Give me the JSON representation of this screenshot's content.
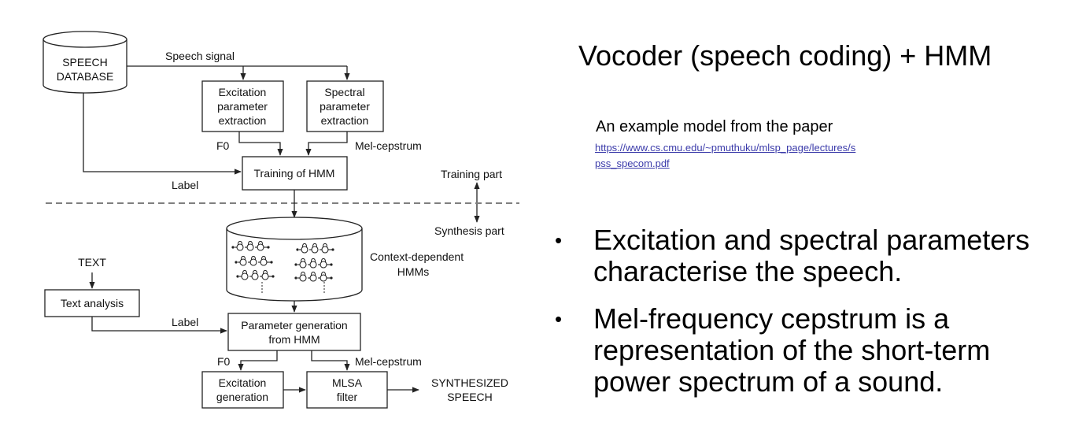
{
  "slide": {
    "title": "Vocoder (speech coding) + HMM",
    "caption": "An example model from the paper",
    "link_line1": "https://www.cs.cmu.edu/~pmuthuku/mlsp_page/lectures/s",
    "link_line2": "pss_specom.pdf",
    "bullets": [
      {
        "line1": "Excitation and spectral parameters",
        "line2": "characterise the speech."
      },
      {
        "line1": "Mel-frequency cepstrum is a",
        "line2": "representation of the short-term",
        "line3": "power spectrum of a sound."
      }
    ]
  },
  "diagram": {
    "database": {
      "line1": "SPEECH",
      "line2": "DATABASE"
    },
    "speech_signal": "Speech signal",
    "excitation_extraction": {
      "line1": "Excitation",
      "line2": "parameter",
      "line3": "extraction"
    },
    "spectral_extraction": {
      "line1": "Spectral",
      "line2": "parameter",
      "line3": "extraction"
    },
    "f0_top": "F0",
    "melcep_top": "Mel-cepstrum",
    "label_top": "Label",
    "training_hmm": "Training of HMM",
    "training_part": "Training part",
    "synthesis_part": "Synthesis part",
    "context_hmms": {
      "line1": "Context-dependent",
      "line2": "HMMs"
    },
    "text": "TEXT",
    "text_analysis": "Text analysis",
    "label_bottom": "Label",
    "param_gen": {
      "line1": "Parameter generation",
      "line2": "from HMM"
    },
    "f0_bottom": "F0",
    "melcep_bottom": "Mel-cepstrum",
    "excitation_gen": {
      "line1": "Excitation",
      "line2": "generation"
    },
    "mlsa": {
      "line1": "MLSA",
      "line2": "filter"
    },
    "synthesized": {
      "line1": "SYNTHESIZED",
      "line2": "SPEECH"
    }
  }
}
